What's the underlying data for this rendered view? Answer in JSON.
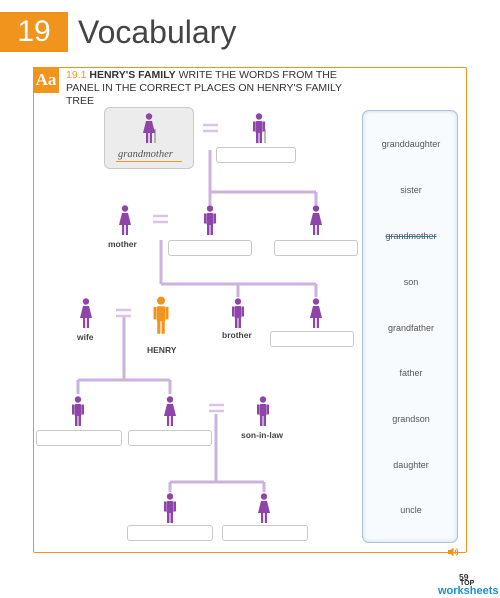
{
  "header": {
    "chapter_number": "19",
    "title": "Vocabulary"
  },
  "exercise": {
    "badge": "Aa",
    "number": "19.1",
    "title": "HENRY'S FAMILY",
    "instruction": "WRITE THE WORDS FROM THE PANEL IN THE CORRECT PLACES ON HENRY'S FAMILY TREE",
    "example_answer": "grandmother"
  },
  "labels": {
    "mother": "mother",
    "wife": "wife",
    "henry": "HENRY",
    "brother": "brother",
    "son_in_law": "son-in-law"
  },
  "word_panel": {
    "words": [
      "granddaughter",
      "sister",
      "grandmother",
      "son",
      "grandfather",
      "father",
      "grandson",
      "daughter",
      "uncle"
    ],
    "used_word": "grandmother"
  },
  "footer": {
    "page_number": "59",
    "watermark_top": "TOP",
    "watermark_name": "worksheets"
  },
  "icons": [
    "female-figure-icon",
    "male-figure-icon",
    "equals-icon",
    "speaker-icon"
  ],
  "colors": {
    "accent": "#f0941e",
    "figure": "#8e44a8",
    "henry": "#f0941e",
    "tree_line": "#ccb3dc",
    "equals": "#d9c4e6"
  }
}
